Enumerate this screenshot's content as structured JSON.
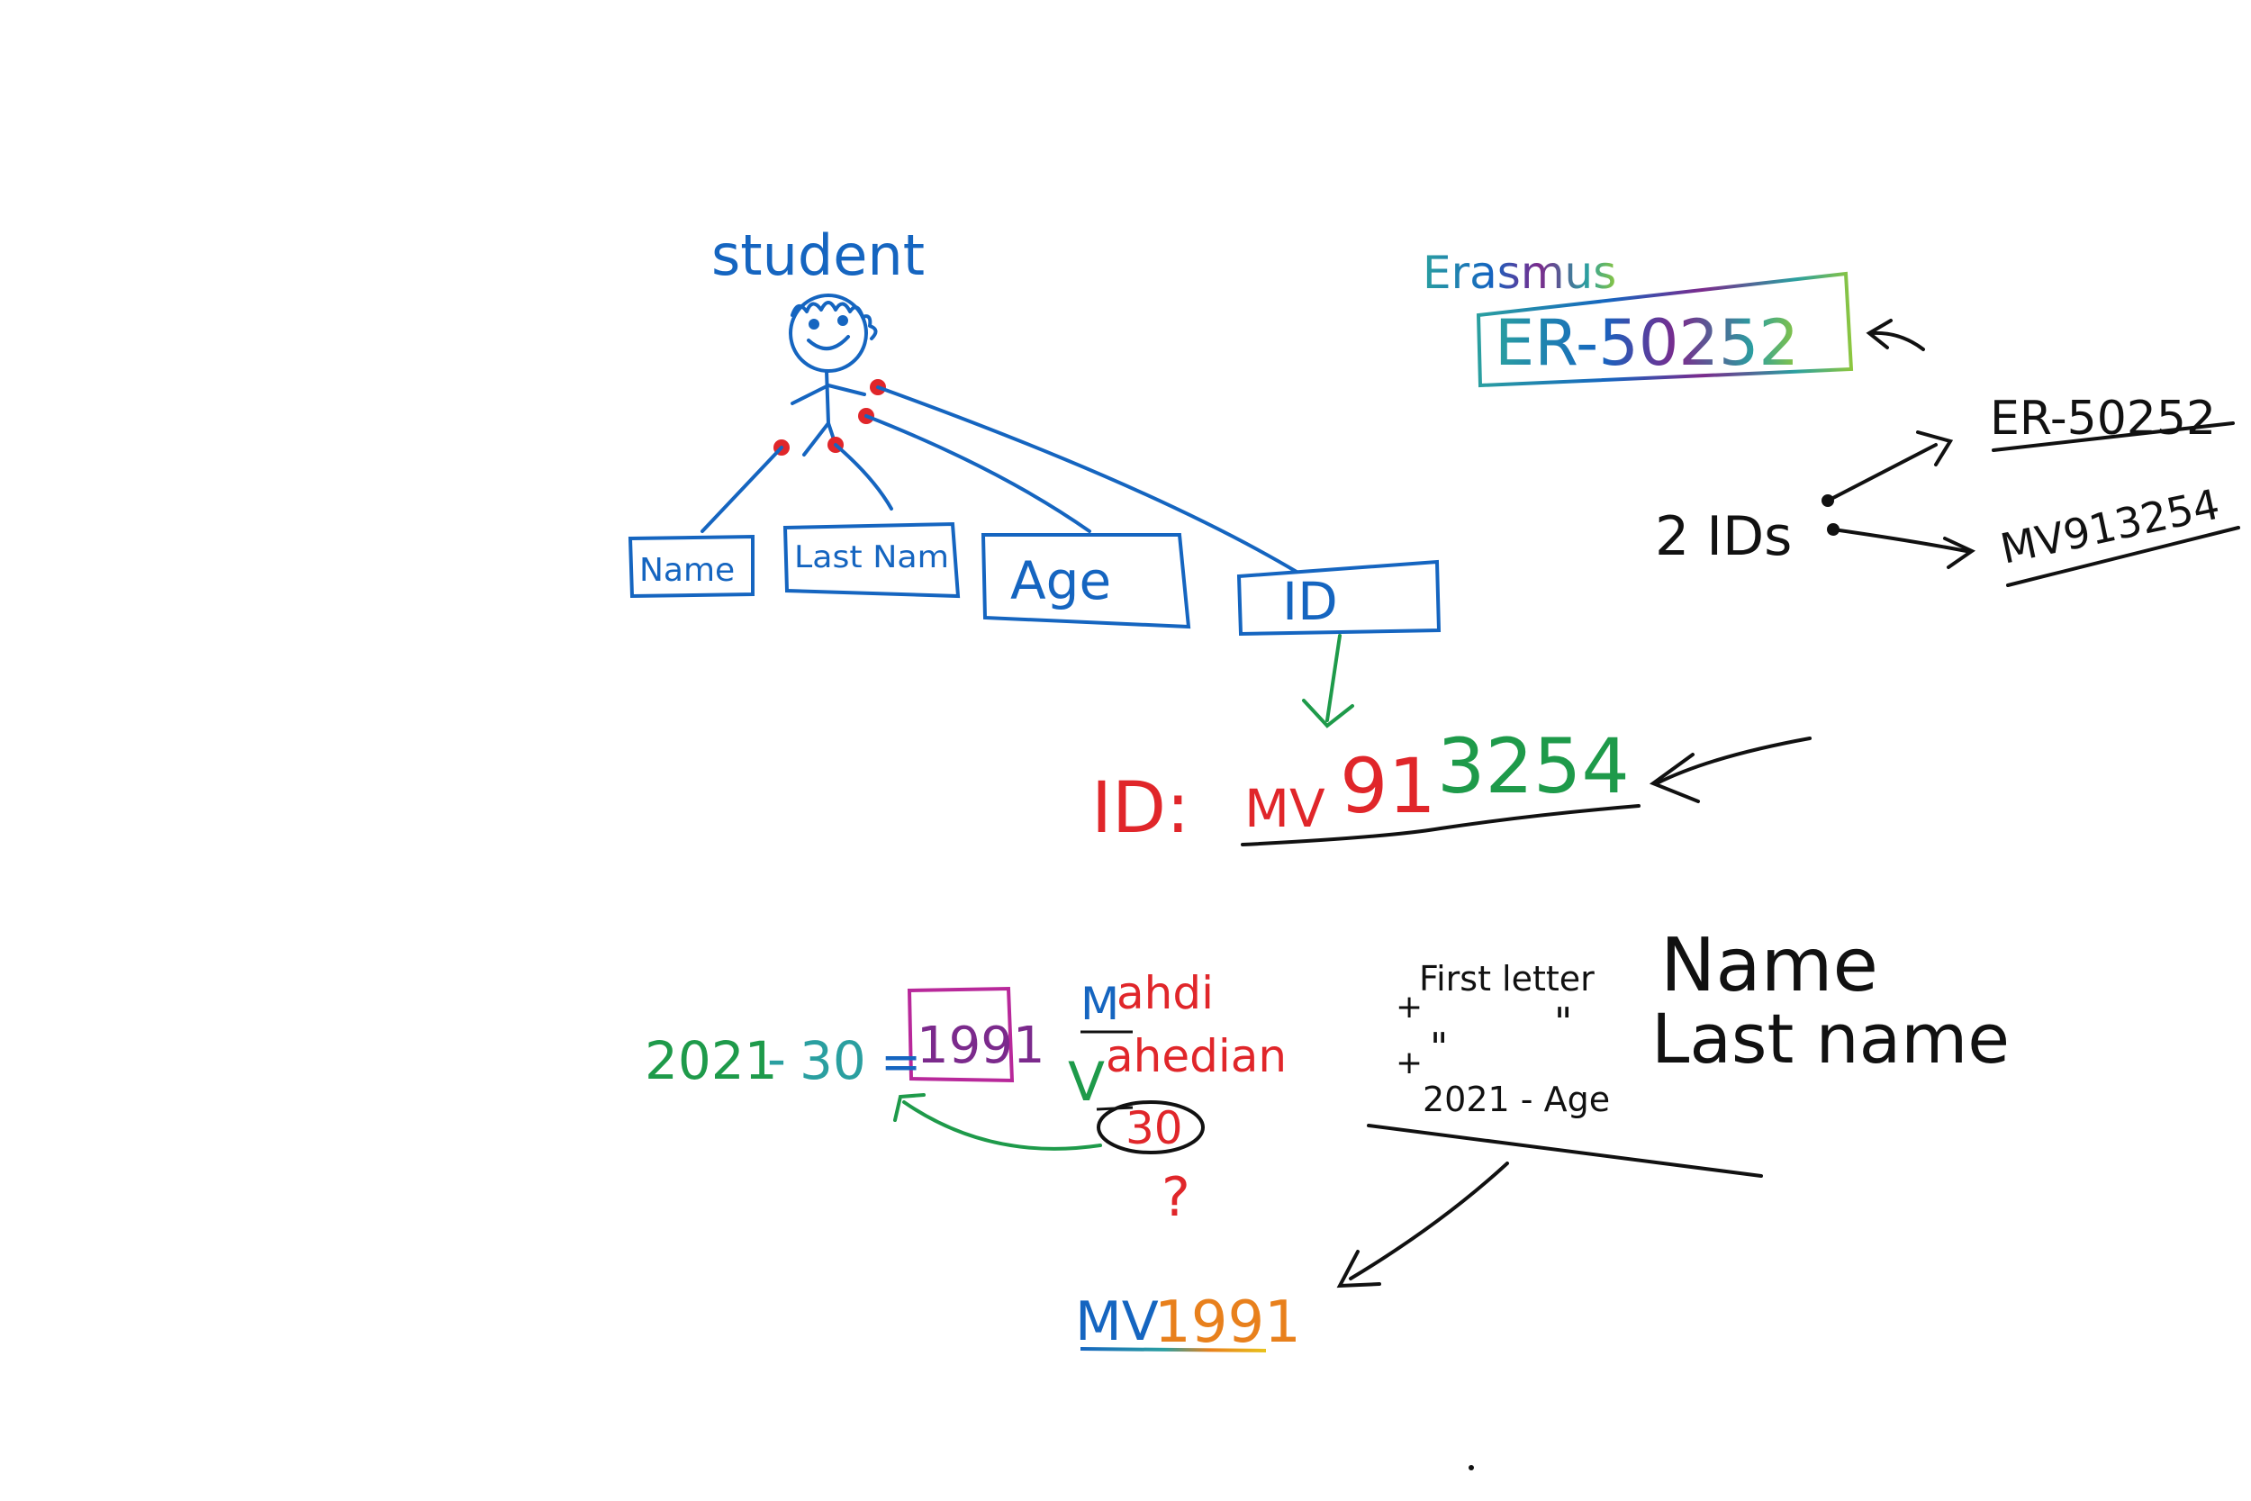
{
  "colors": {
    "blue": "#1565c0",
    "red": "#e0262a",
    "green": "#1e9a4a",
    "black": "#111111",
    "purple": "#7b2a8c",
    "orange": "#e8801c",
    "teal": "#2a9fa0"
  },
  "student": {
    "title": "student",
    "fields": [
      "Name",
      "Last Nam",
      "Age",
      "ID"
    ]
  },
  "id_example": {
    "label": "ID:",
    "prefix": "MV",
    "year_part": "91",
    "number_part": "3254"
  },
  "erasmus": {
    "label": "Erasmus",
    "code": "ER-50252"
  },
  "two_ids": {
    "label": "2 IDs",
    "first": "ER-50252",
    "second": "MV913254"
  },
  "formula": {
    "line1_prefix": "First letter",
    "line1_target": "Name",
    "line2_prefix": "\"",
    "line2_suffix": "\"",
    "line2_target": "Last name",
    "line3": "2021 - Age",
    "plus": "+"
  },
  "name_example": {
    "first_initial": "M",
    "first_rest": "ahdi",
    "last_initial": "V",
    "last_rest": "ahedian",
    "age": "30",
    "question": "?"
  },
  "calc": {
    "expression_left": "2021",
    "expression_minus": "-",
    "expression_age": "30",
    "equals": "=",
    "result": "1991"
  },
  "result_id": {
    "prefix": "MV",
    "year": "1991"
  }
}
